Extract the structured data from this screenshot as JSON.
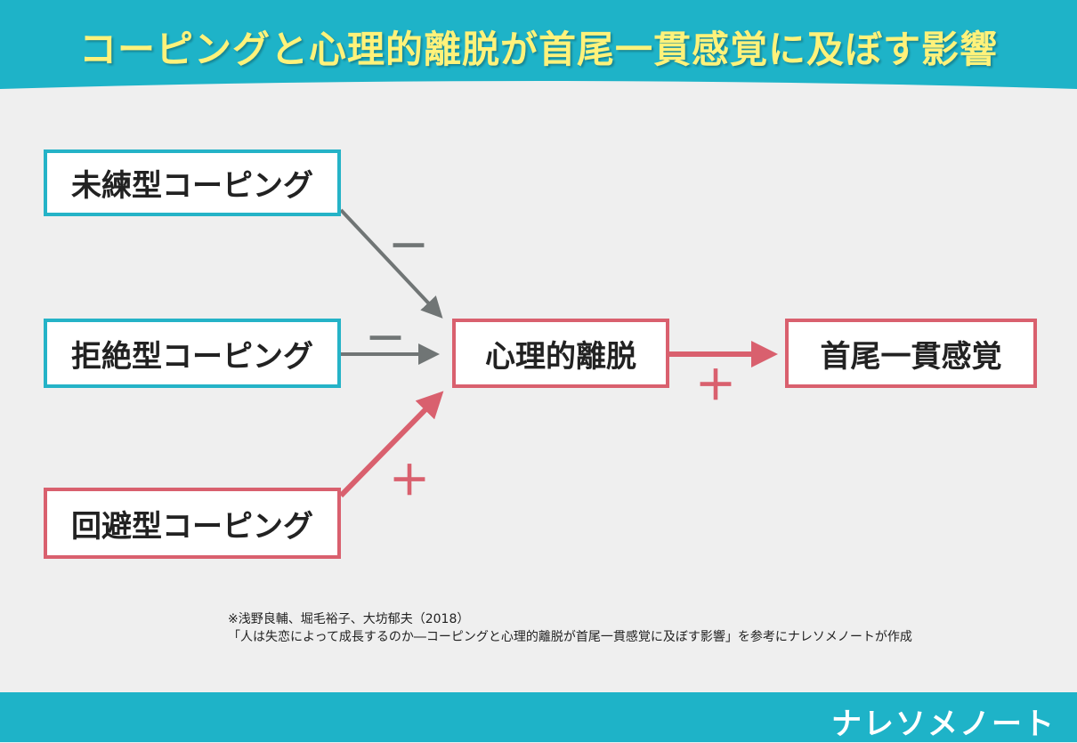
{
  "title": "コーピングと心理的離脱が首尾一貫感覚に及ぼす影響",
  "nodes": {
    "mirensei": "未練型コーピング",
    "kyozetsu": "拒絶型コーピング",
    "kaihi": "回避型コーピング",
    "detachment": "心理的離脱",
    "soc": "首尾一貫感覚"
  },
  "edges": {
    "mirensei_sign": "－",
    "kyozetsu_sign": "－",
    "kaihi_sign": "＋",
    "detachment_sign": "＋"
  },
  "note": {
    "line1": "※浅野良輔、堀毛裕子、大坊郁夫（2018）",
    "line2": "「人は失恋によって成長するのか―コーピングと心理的離脱が首尾一貫感覚に及ぼす影響」を参考にナレソメノートが作成"
  },
  "footer": {
    "logo": "ナレソメノート"
  },
  "colors": {
    "teal": "#1eb3c8",
    "title": "#fff27a",
    "positive": "#d9606e",
    "negative": "#707575"
  }
}
